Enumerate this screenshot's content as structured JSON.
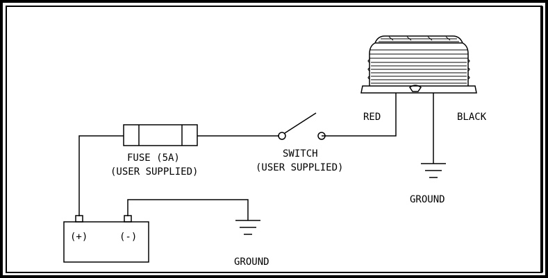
{
  "fuse": {
    "name_label": "FUSE (5A)",
    "supplied_label": "(USER SUPPLIED)"
  },
  "switch": {
    "name_label": "SWITCH",
    "supplied_label": "(USER SUPPLIED)"
  },
  "beacon": {
    "red_wire_label": "RED",
    "black_wire_label": "BLACK"
  },
  "battery": {
    "positive_label": "(+)",
    "negative_label": "(-)"
  },
  "ground_labels": {
    "beacon_ground": "GROUND",
    "battery_ground": "GROUND"
  },
  "colors": {
    "line": "#000000",
    "background": "#ffffff"
  }
}
